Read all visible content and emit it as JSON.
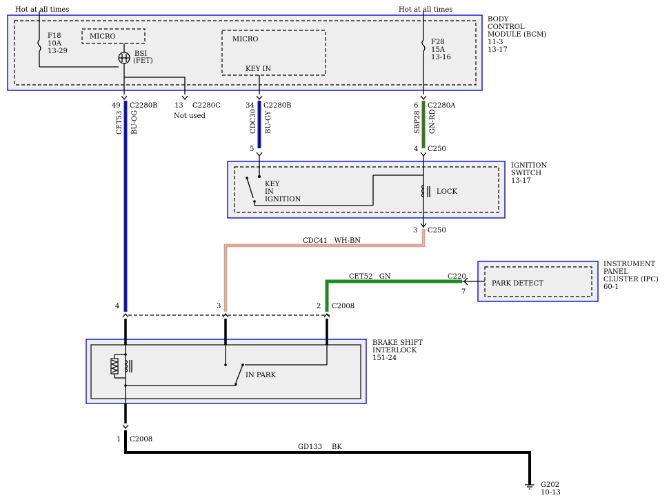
{
  "top_labels": {
    "hot_left": "Hot at all times",
    "hot_right": "Hot at all times"
  },
  "bcm": {
    "name_lines": [
      "BODY",
      "CONTROL",
      "MODULE (BCM)",
      "11-3",
      "13-17"
    ],
    "fuse_left": [
      "F18",
      "10A",
      "13-29"
    ],
    "fuse_right": [
      "F28",
      "15A",
      "13-16"
    ],
    "micro_left": "MICRO",
    "bsi": [
      "BSI",
      "(FET)"
    ],
    "micro_right": "MICRO",
    "key_in": "KEY IN"
  },
  "connectors": {
    "c2280b_left": {
      "pin": "49",
      "name": "C2280B"
    },
    "c2280c": {
      "pin": "13",
      "name": "C2280C",
      "note": "Not used"
    },
    "c2280b_mid": {
      "pin": "34",
      "name": "C2280B"
    },
    "c2280a": {
      "pin": "6",
      "name": "C2280A"
    },
    "c250_top_left": {
      "pin": "5"
    },
    "c250_top_right": {
      "pin": "4",
      "name": "C250"
    },
    "c250_bottom": {
      "pin": "3",
      "name": "C250"
    },
    "c220": {
      "pin": "7",
      "name": "C220"
    },
    "c2008_pin4": {
      "pin": "4"
    },
    "c2008_pin3": {
      "pin": "3"
    },
    "c2008_pin2": {
      "pin": "2",
      "name": "C2008"
    },
    "c2008_bottom": {
      "pin": "1",
      "name": "C2008"
    }
  },
  "wires": {
    "cet53": {
      "circuit": "CET53",
      "color": "BU-OG"
    },
    "cdc30": {
      "circuit": "CDC30",
      "color": "BU-GY"
    },
    "sbp28": {
      "circuit": "SBP28",
      "color": "GN-RD"
    },
    "cdc41": {
      "label": "CDC41   WH-BN"
    },
    "cet52": {
      "label": "CET52   GN"
    },
    "gd133": {
      "circuit": "GD133",
      "color": "BK"
    }
  },
  "ignition_switch": {
    "name_lines": [
      "IGNITION",
      "SWITCH",
      "13-17"
    ],
    "key_lines": [
      "KEY",
      "IN",
      "IGNITION"
    ],
    "lock": "LOCK"
  },
  "ipc": {
    "name_lines": [
      "INSTRUMENT",
      "PANEL",
      "CLUSTER (IPC)",
      "60-1"
    ],
    "park_detect": "PARK DETECT"
  },
  "bsi_module": {
    "name_lines": [
      "BRAKE SHIFT",
      "INTERLOCK",
      "151-24"
    ],
    "in_park": "IN PARK"
  },
  "ground": {
    "name": "G202",
    "ref": "10-13"
  },
  "colors": {
    "module_border": "#1a1ad6",
    "module_fill": "#eeeeee",
    "blue": "#1a1ad6",
    "green": "#1f8a1f",
    "red": "#d42020",
    "white_brown": "#b98a6a",
    "black": "#000000"
  }
}
